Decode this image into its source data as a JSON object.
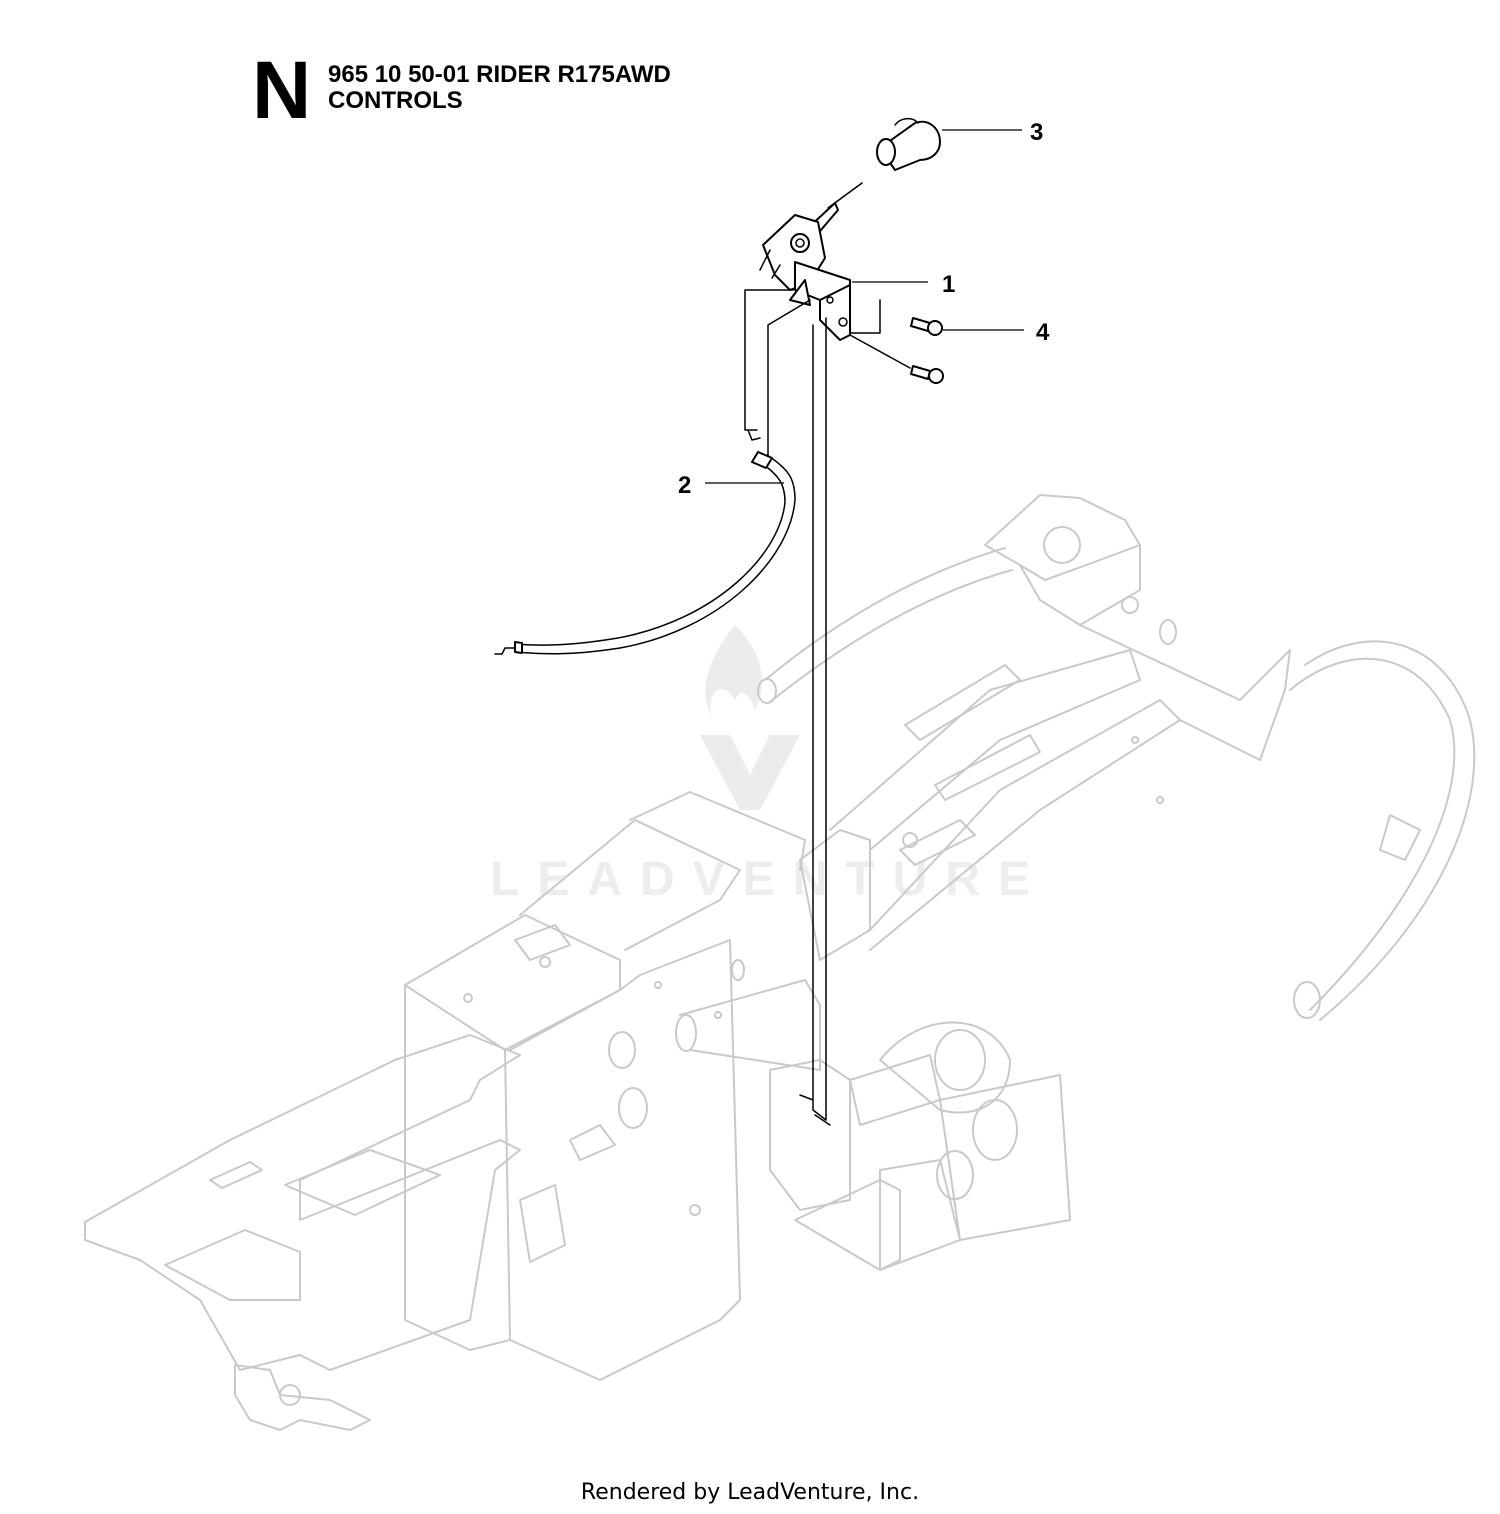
{
  "header": {
    "section_letter": "N",
    "title_line1": "965 10 50-01 RIDER R175AWD",
    "title_line2": "CONTROLS"
  },
  "callouts": [
    {
      "number": "1"
    },
    {
      "number": "2"
    },
    {
      "number": "3"
    },
    {
      "number": "4"
    }
  ],
  "watermark": {
    "text": "LEADVENTURE"
  },
  "footer": {
    "text": "Rendered by LeadVenture, Inc."
  }
}
